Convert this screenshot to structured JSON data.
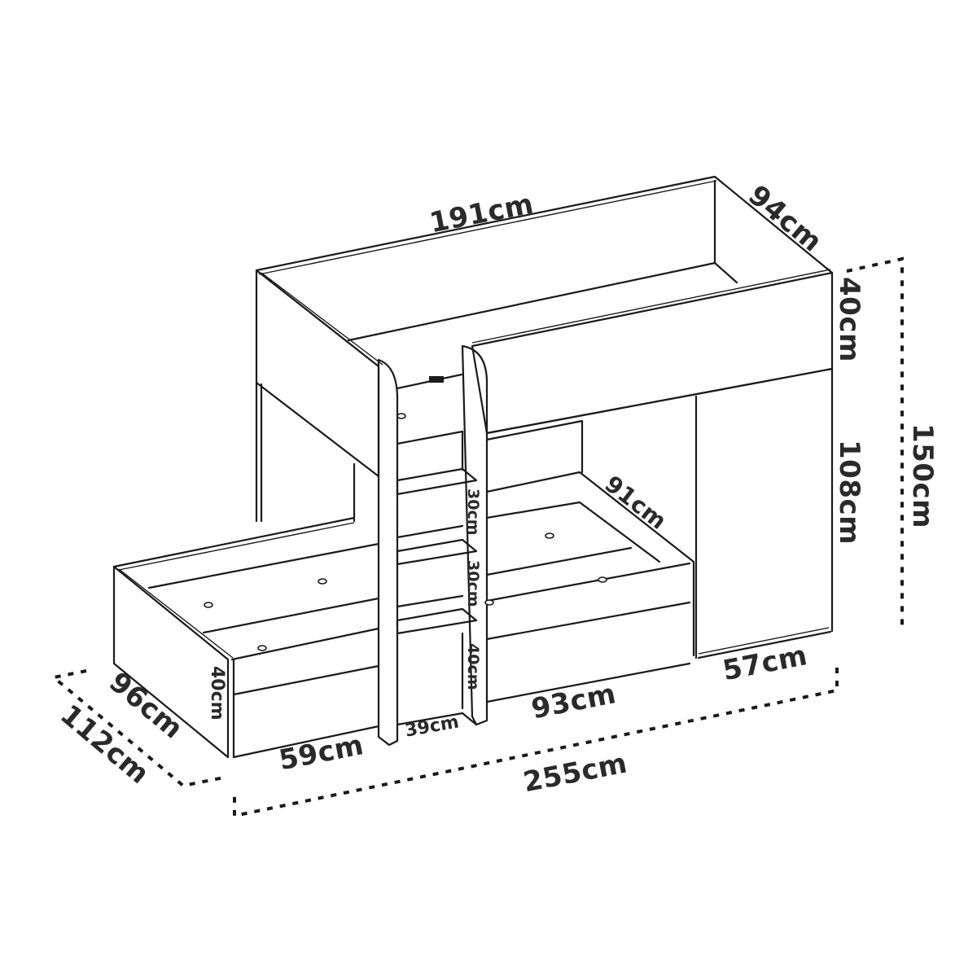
{
  "diagram": {
    "subject": "Bunk bed with trundle bed, ladder-steps and wardrobe — dimensions drawing",
    "line_color": "#1a1a1a",
    "label_color": "#2a2a2a",
    "background": "#ffffff"
  },
  "dimensions": {
    "top_bed_length": "191cm",
    "top_bed_depth": "94cm",
    "top_guard_height": "40cm",
    "under_top_height": "108cm",
    "total_height": "150cm",
    "lower_bed_depth": "91cm",
    "step_1_height": "30cm",
    "step_2_height": "30cm",
    "step_3_height": "40cm",
    "ladder_width": "39cm",
    "trundle_height": "40cm",
    "trundle_depth": "96cm",
    "total_depth": "112cm",
    "trundle_front_width": "59cm",
    "lower_bed_front_width": "93cm",
    "wardrobe_width": "57cm",
    "total_length": "255cm"
  }
}
